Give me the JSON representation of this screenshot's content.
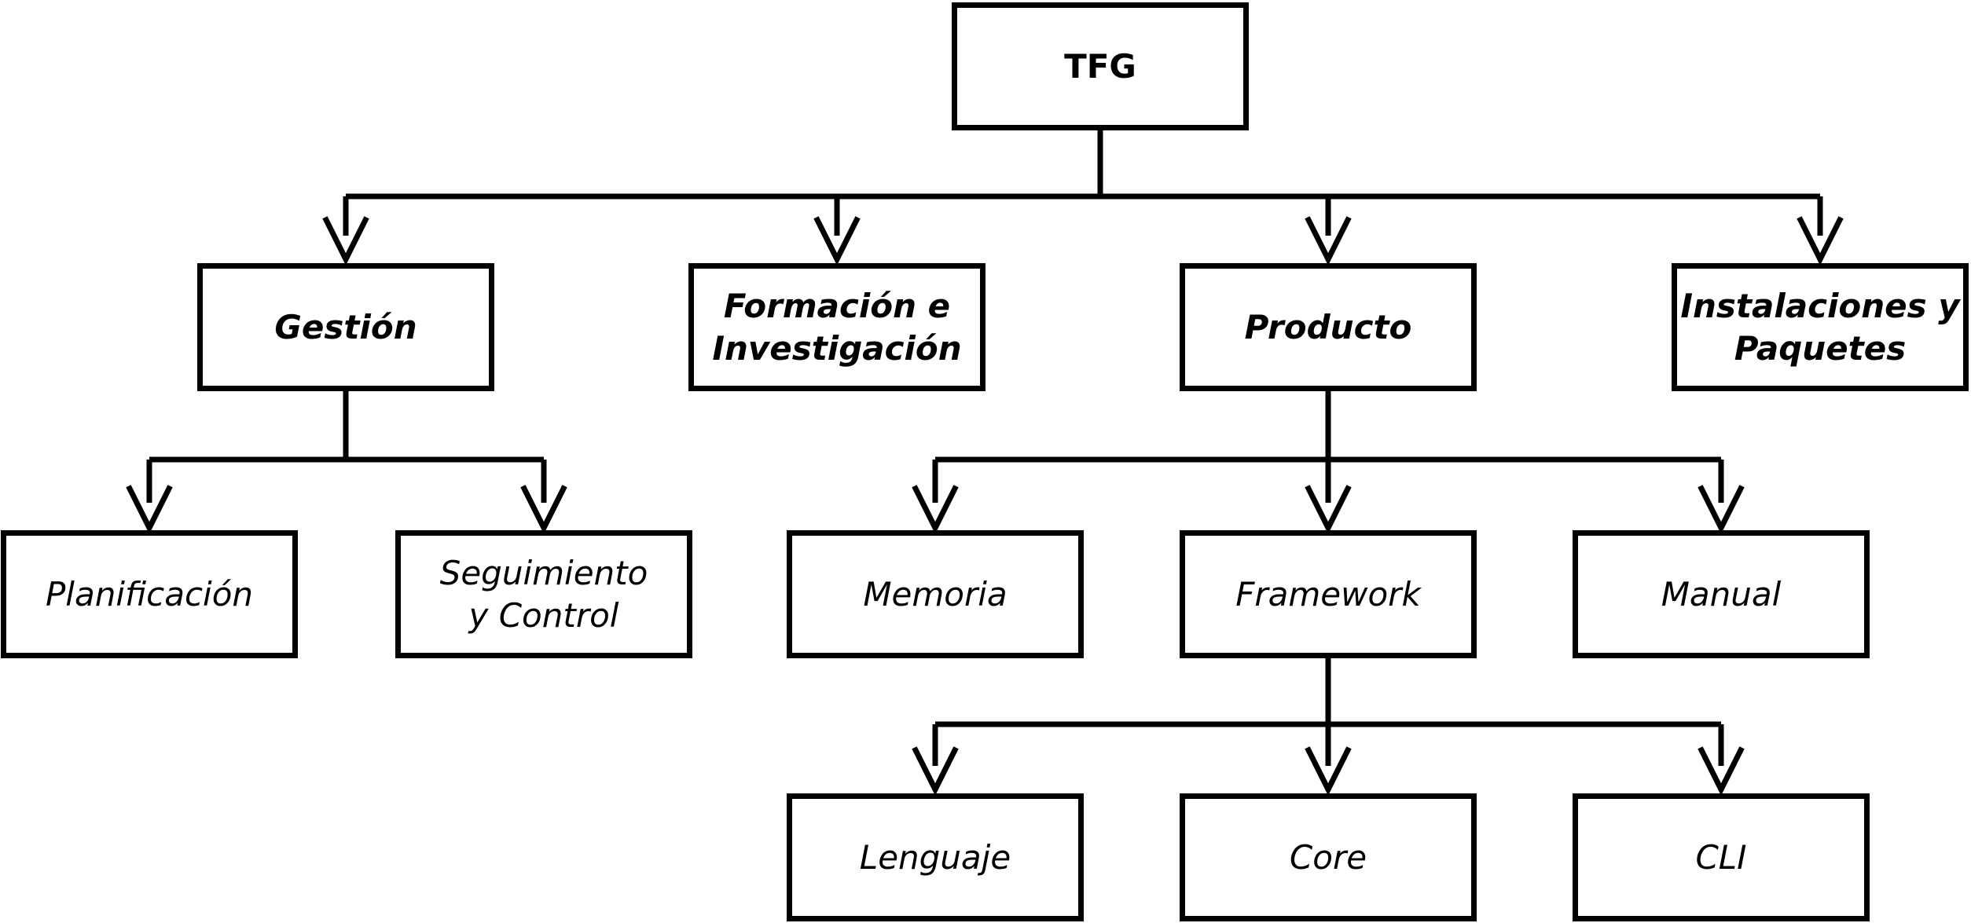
{
  "diagram": {
    "root": {
      "label": "TFG"
    },
    "gestion": {
      "label": "Gestión"
    },
    "formacion": {
      "label": "Formación e\nInvestigación"
    },
    "producto": {
      "label": "Producto"
    },
    "instalaciones": {
      "label": "Instalaciones y\nPaquetes"
    },
    "planificacion": {
      "label": "Planificación"
    },
    "seguimiento": {
      "label": "Seguimiento\ny Control"
    },
    "memoria": {
      "label": "Memoria"
    },
    "framework": {
      "label": "Framework"
    },
    "manual": {
      "label": "Manual"
    },
    "lenguaje": {
      "label": "Lenguaje"
    },
    "core": {
      "label": "Core"
    },
    "cli": {
      "label": "CLI"
    },
    "line_color": "#000000"
  }
}
